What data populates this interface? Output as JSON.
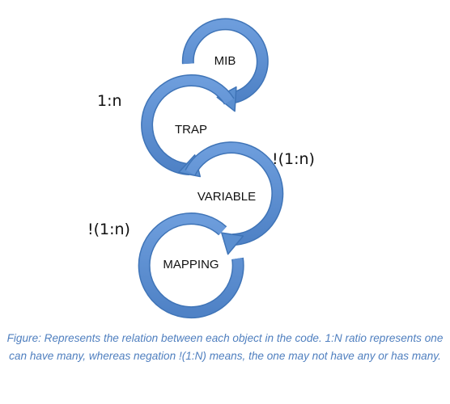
{
  "colors": {
    "arrow_fill": "#5b8fd0",
    "arrow_edge": "#3f74b7",
    "caption": "#4f7fbf"
  },
  "diagram": {
    "nodes": [
      {
        "label": "MIB"
      },
      {
        "label": "TRAP"
      },
      {
        "label": "VARIABLE"
      },
      {
        "label": "MAPPING"
      }
    ],
    "relations": [
      {
        "label": "1:n"
      },
      {
        "label": "!(1:n)"
      },
      {
        "label": "!(1:n)"
      }
    ]
  },
  "caption": "Figure: Represents the relation between each object in the code. 1:N ratio represents one can have many, whereas negation !(1:N) means, the one may not have any or has many."
}
